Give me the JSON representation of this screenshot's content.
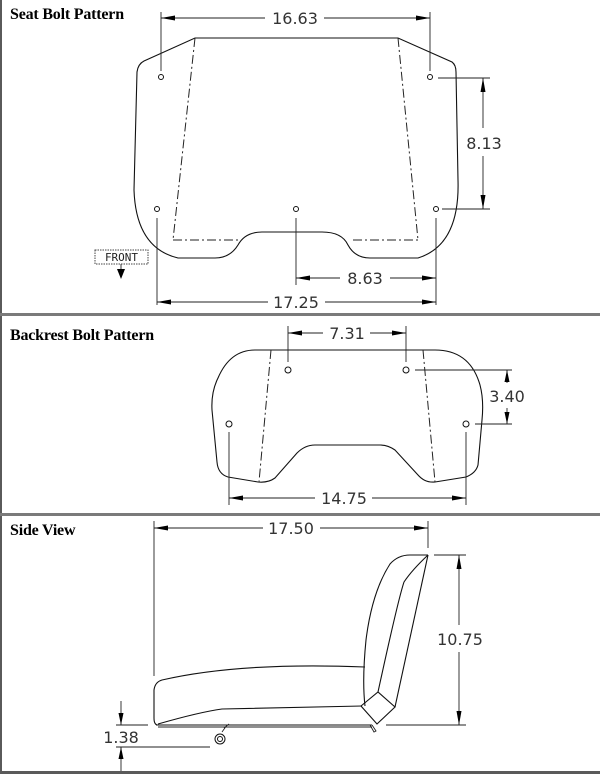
{
  "panels": {
    "seat": {
      "title": "Seat Bolt Pattern",
      "dims": {
        "top_width": "16.63",
        "vertical": "8.13",
        "half_width": "8.63",
        "bottom_width": "17.25"
      },
      "front_label": "FRONT"
    },
    "backrest": {
      "title": "Backrest Bolt Pattern",
      "dims": {
        "top_width": "7.31",
        "vertical": "3.40",
        "bottom_width": "14.75"
      }
    },
    "side": {
      "title": "Side View",
      "dims": {
        "depth": "17.50",
        "height": "10.75",
        "clearance": "1.38"
      }
    }
  },
  "colors": {
    "line": "#111111",
    "frame": "#5a5a5a",
    "text": "#333333"
  }
}
